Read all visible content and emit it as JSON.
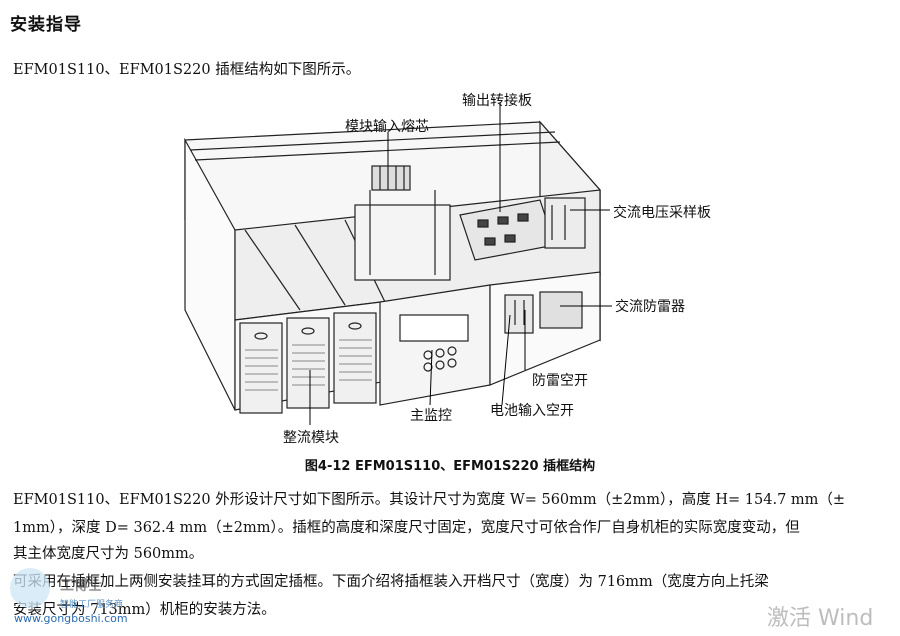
{
  "doc": {
    "heading": "安装指导",
    "intro": "EFM01S110、EFM01S220 插框结构如下图所示。",
    "figure": {
      "labels": {
        "fuse": "模块输入熔芯",
        "output_board": "输出转接板",
        "ac_sampling": "交流电压采样板",
        "ac_surge": "交流防雷器",
        "surge_switch": "防雷空开",
        "battery_switch": "电池输入空开",
        "main_monitor": "主监控",
        "rectifier": "整流模块"
      },
      "caption": "图4-12    EFM01S110、EFM01S220 插框结构"
    },
    "para1_line1": "EFM01S110、EFM01S220 外形设计尺寸如下图所示。其设计尺寸为宽度 W= 560mm（±2mm），高度 H= 154.7 mm（±",
    "para1_line2": "1mm），深度 D= 362.4 mm（±2mm）。插框的高度和深度尺寸固定，宽度尺寸可依合作厂自身机柜的实际宽度变动，但",
    "para1_line3": "其主体宽度尺寸为 560mm。",
    "para2_line1": "可采用在插框加上两侧安装挂耳的方式固定插框。下面介绍将插框装入开档尺寸（宽度）为 716mm（宽度方向上托梁",
    "para2_line2": "安装尺寸为 713mm）机柜的安装方法。"
  },
  "watermarks": {
    "site": "www.gongboshi.com",
    "site_sub": "智能工厂服务商",
    "site_overlay": "工博士",
    "activate": "激活 Wind"
  }
}
